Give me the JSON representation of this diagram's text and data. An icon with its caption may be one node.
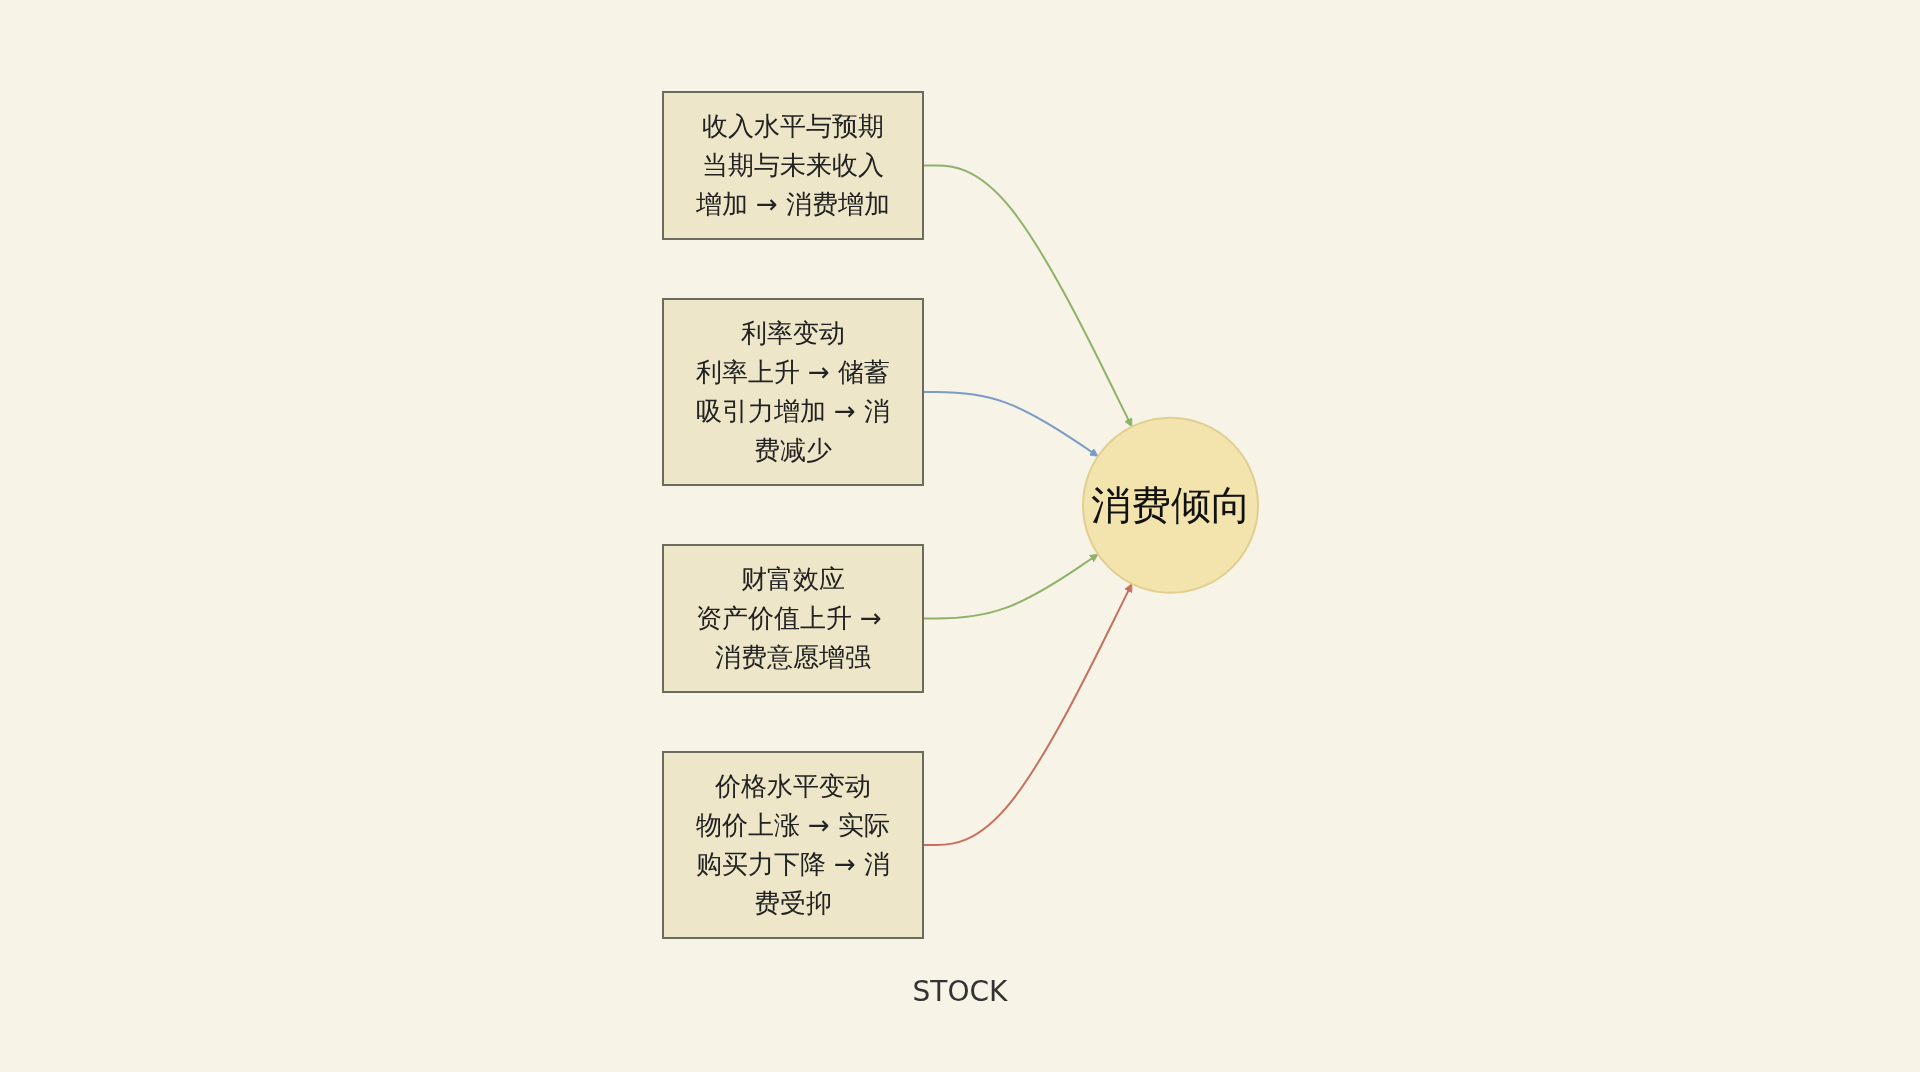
{
  "diagram": {
    "nodes": [
      {
        "text": [
          "收入水平与预期",
          "当期与未来收入增加 → 消费增加"
        ]
      },
      {
        "text": [
          "利率变动",
          "利率上升 → 储蓄吸引力增加 → 消费减少"
        ]
      },
      {
        "text": [
          "消费倾向"
        ]
      },
      {
        "text": [
          "财富效应",
          "资产价值上升 → 消费意愿增强"
        ]
      },
      {
        "text": [
          "价格水平变动",
          "物价上涨 → 实际购买力下降 → 消费受抑"
        ]
      }
    ],
    "edges": [
      {
        "from": 0,
        "to": 2,
        "arrow": "to",
        "color": "#8fb26a"
      },
      {
        "from": 1,
        "to": 2,
        "arrow": "to",
        "color": "#7a9cc6"
      },
      {
        "from": 3,
        "to": 2,
        "arrow": "to",
        "color": "#8fb26a"
      },
      {
        "from": 4,
        "to": 2,
        "arrow": "to",
        "color": "#c8705e"
      }
    ],
    "labels": [
      "STOCK"
    ]
  }
}
